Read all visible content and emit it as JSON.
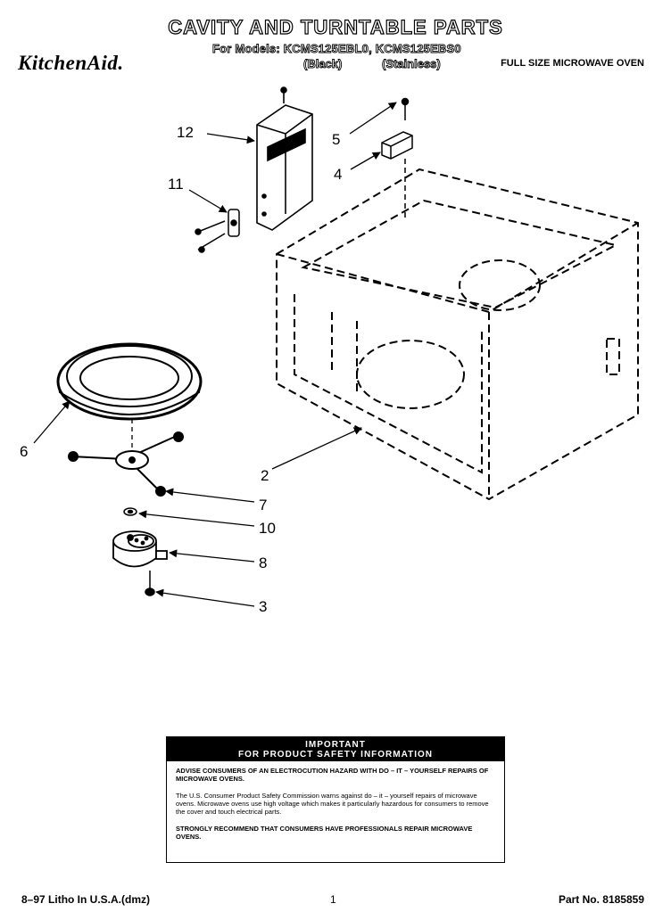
{
  "header": {
    "title": "CAVITY AND TURNTABLE PARTS",
    "models_line": "For Models: KCMS125EBL0, KCMS125EBS0",
    "variant_black": "(Black)",
    "variant_stainless": "(Stainless)",
    "brand": "KitchenAid.",
    "subtitle": "FULL SIZE MICROWAVE OVEN"
  },
  "callouts": {
    "c12": "12",
    "c11": "11",
    "c5": "5",
    "c4": "4",
    "c6": "6",
    "c2": "2",
    "c7": "7",
    "c10": "10",
    "c8": "8",
    "c3": "3"
  },
  "notice": {
    "heading_1": "IMPORTANT",
    "heading_2": "FOR PRODUCT SAFETY INFORMATION",
    "para_1": "ADVISE CONSUMERS OF AN ELECTROCUTION HAZARD WITH DO – IT – YOURSELF REPAIRS OF MICROWAVE OVENS.",
    "para_2": "The U.S. Consumer Product Safety Commission warns against do – it – yourself repairs of microwave ovens. Microwave ovens use high voltage which makes it particularly hazardous for consumers to remove the cover and touch electrical parts.",
    "para_3": "STRONGLY RECOMMEND THAT CONSUMERS HAVE PROFESSIONALS REPAIR MICROWAVE OVENS."
  },
  "footer": {
    "litho": "8–97 Litho In U.S.A.(dmz)",
    "page": "1",
    "part_no": "Part No. 8185859"
  }
}
